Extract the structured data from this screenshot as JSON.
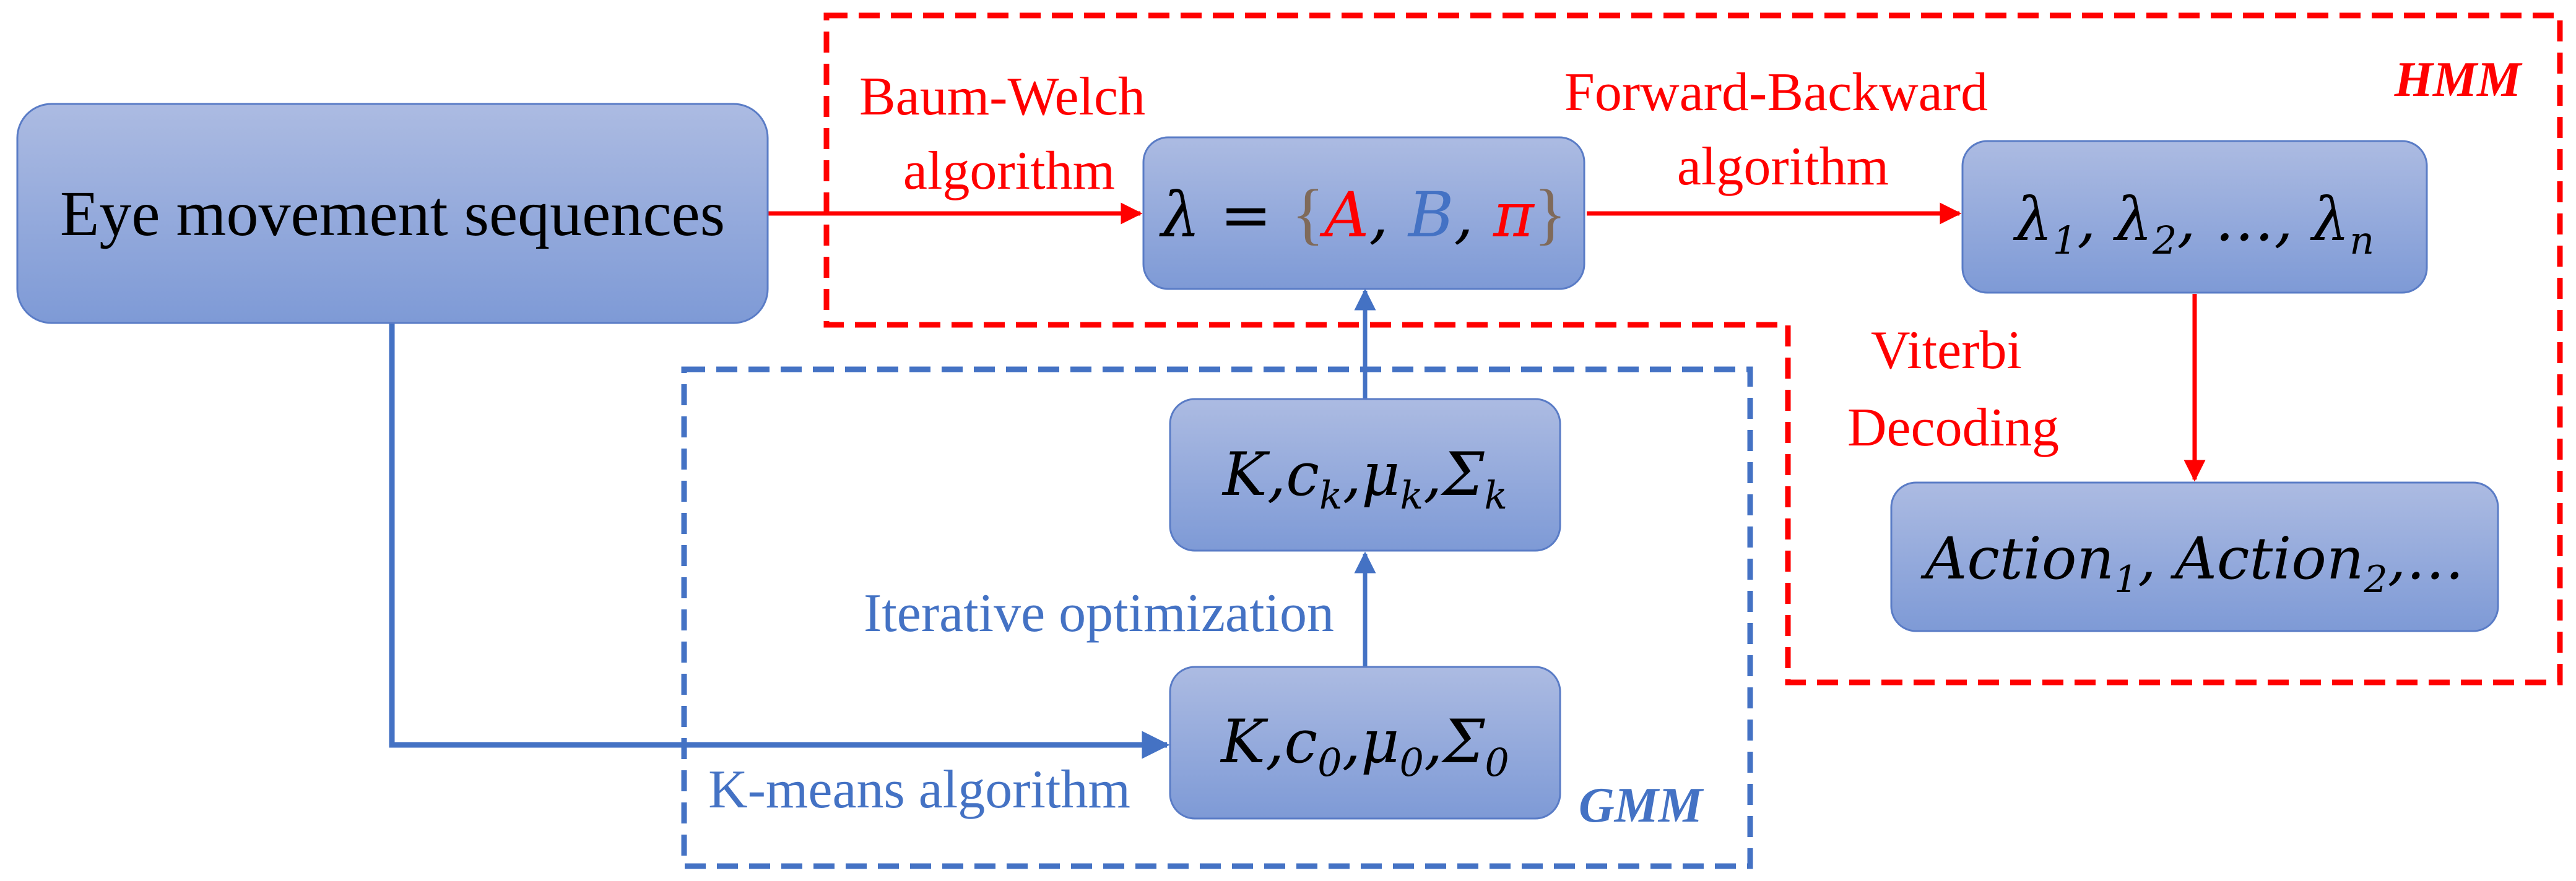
{
  "nodes": {
    "eye_movement": "Eye movement sequences",
    "lambda": {
      "prefix": "λ = ",
      "open_brace": "{",
      "a": "A",
      "comma1": ", ",
      "b": "B",
      "comma2": ", ",
      "pi": "π",
      "close_brace": "}"
    },
    "lambdas": {
      "l1": "λ",
      "s1": "1",
      "sep1": ", ",
      "l2": "λ",
      "s2": "2",
      "sep2": ", …, ",
      "l3": "λ",
      "s3": "n"
    },
    "actions": {
      "a1": "Action",
      "s1": "1",
      "sep1": ", ",
      "a2": "Action",
      "s2": "2",
      "tail": ",…"
    },
    "params_k": {
      "k": "K",
      "c": ",c",
      "cs": "k",
      "mu": ",μ",
      "mus": "k",
      "sigma": ",Σ",
      "sigmas": "k"
    },
    "params_0": {
      "k": "K",
      "c": ",c",
      "cs": "0",
      "mu": ",μ",
      "mus": "0",
      "sigma": ",Σ",
      "sigmas": "0"
    }
  },
  "edge_labels": {
    "baum_welch_line1": "Baum-Welch",
    "baum_welch_line2": "algorithm",
    "forward_backward_line1": "Forward-Backward",
    "forward_backward_line2": "algorithm",
    "viterbi_line1": "Viterbi",
    "viterbi_line2": "Decoding",
    "iterative": "Iterative optimization",
    "kmeans": "K-means algorithm"
  },
  "groups": {
    "hmm": "HMM",
    "gmm": "GMM"
  },
  "colors": {
    "red": "#ff0000",
    "blue": "#4472c4",
    "brace": "#7f6a5a",
    "text": "#000000",
    "box_top": "#a9b8e0",
    "box_bottom": "#7f9bd6",
    "box_border": "#5a7cc6"
  }
}
